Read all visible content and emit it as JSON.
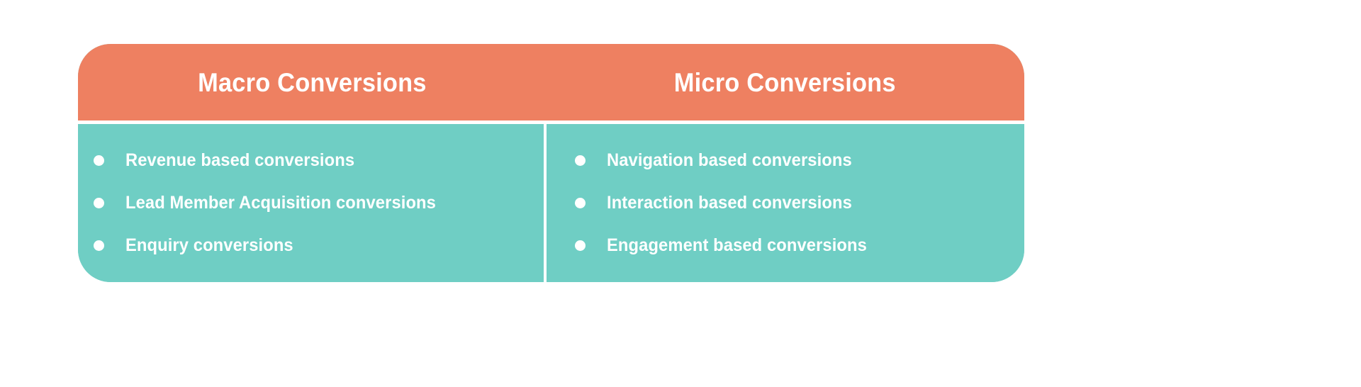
{
  "graphic": {
    "type": "two-column-comparison-card",
    "colors": {
      "header_background": "#ee8061",
      "body_background": "#6fcec4",
      "text": "#ffffff",
      "divider": "#ffffff",
      "page_background": "#ffffff"
    },
    "columns": [
      {
        "title": "Macro Conversions",
        "items": [
          "Revenue based conversions",
          "Lead Member Acquisition conversions",
          "Enquiry conversions"
        ]
      },
      {
        "title": "Micro Conversions",
        "items": [
          "Navigation based conversions",
          "Interaction based conversions",
          "Engagement based conversions"
        ]
      }
    ]
  }
}
